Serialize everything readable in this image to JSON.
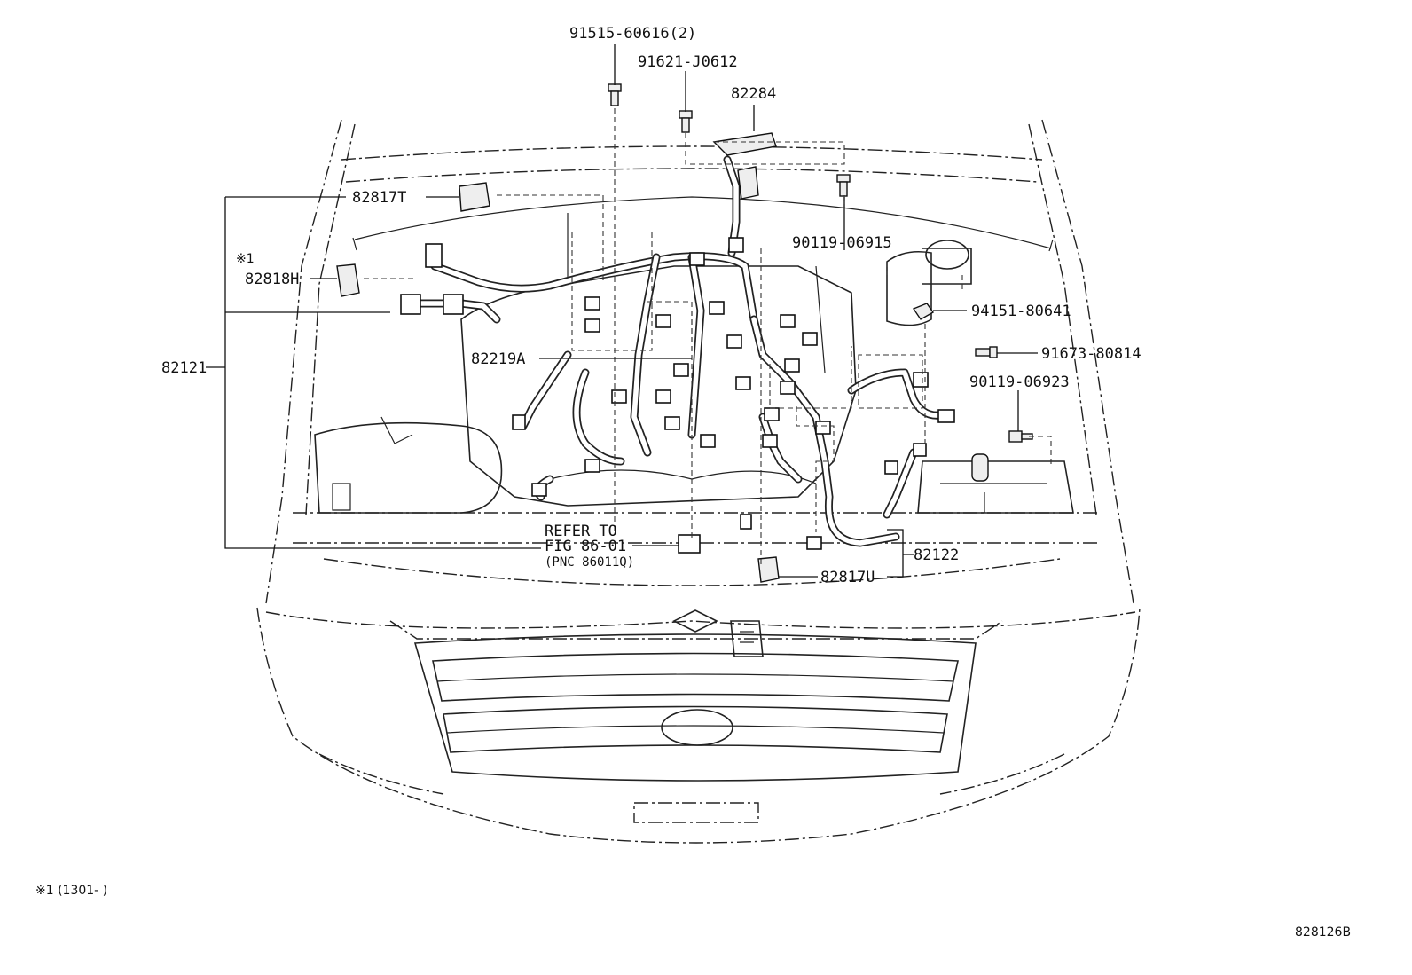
{
  "labels": {
    "p91515": "91515-60616(2)",
    "p91621": "91621-J0612",
    "p82284": "82284",
    "p82817T": "82817T",
    "p90119a": "90119-06915",
    "star1": "※1",
    "p82818H": "82818H",
    "p94151": "94151-80641",
    "p82219A": "82219A",
    "p91673": "91673-80814",
    "p82121": "82121",
    "p90119b": "90119-06923",
    "refer1": "REFER TO",
    "refer2": "FIG 86-01",
    "refer3": "(PNC 86011Q)",
    "p82122": "82122",
    "p82817U": "82817U"
  },
  "footnote": "※1 (1301-      )",
  "figure_code": "828126B"
}
